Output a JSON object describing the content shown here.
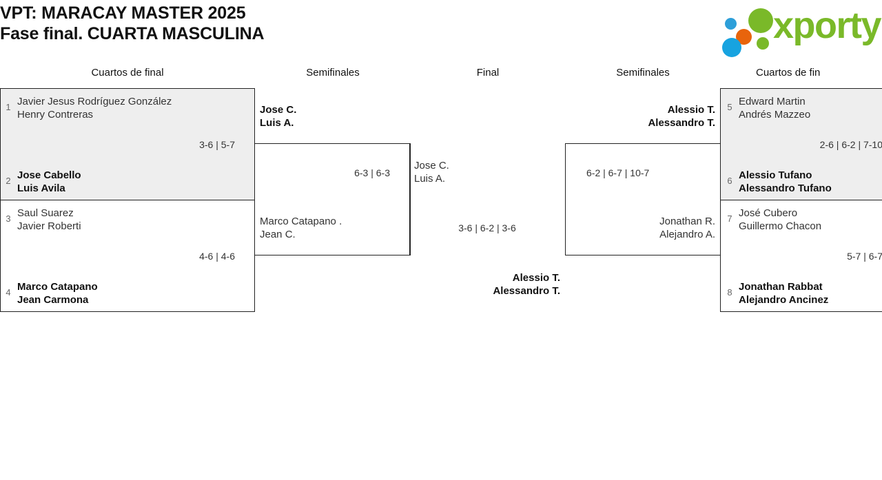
{
  "header": {
    "title_line1": "VPT: MARACAY MASTER 2025",
    "title_line2": "Fase final. CUARTA MASCULINA",
    "logo_text": "xporty",
    "logo_colors": {
      "green": "#7ab929",
      "orange": "#e8640c",
      "blue": "#17a3e0"
    }
  },
  "rounds": [
    {
      "label": "Cuartos de final"
    },
    {
      "label": "Semifinales"
    },
    {
      "label": "Final"
    },
    {
      "label": "Semifinales"
    },
    {
      "label": "Cuartos de fin"
    }
  ],
  "matches": {
    "qf1": {
      "score": "3-6 | 5-7",
      "top": {
        "seed": "1",
        "player1": "Javier Jesus Rodríguez González",
        "player2": "Henry Contreras",
        "winner": false
      },
      "bottom": {
        "seed": "2",
        "player1": "Jose Cabello",
        "player2": "Luis Avila",
        "winner": true
      }
    },
    "qf2": {
      "score": "4-6 | 4-6",
      "top": {
        "seed": "3",
        "player1": "Saul Suarez",
        "player2": "Javier Roberti",
        "winner": false
      },
      "bottom": {
        "seed": "4",
        "player1": "Marco Catapano",
        "player2": "Jean Carmona",
        "winner": true
      }
    },
    "qf3": {
      "score": "2-6 | 6-2 | 7-10",
      "top": {
        "seed": "5",
        "player1": "Edward Martin",
        "player2": "Andrés Mazzeo",
        "winner": false
      },
      "bottom": {
        "seed": "6",
        "player1": "Alessio Tufano",
        "player2": "Alessandro Tufano",
        "winner": true
      }
    },
    "qf4": {
      "score": "5-7 | 6-7",
      "top": {
        "seed": "7",
        "player1": "José Cubero",
        "player2": "Guillermo Chacon",
        "winner": false
      },
      "bottom": {
        "seed": "8",
        "player1": "Jonathan Rabbat",
        "player2": "Alejandro Ancinez",
        "winner": true
      }
    },
    "sf_left": {
      "score": "6-3 | 6-3",
      "top": {
        "player1": "Jose C.",
        "player2": "Luis A.",
        "winner": true
      },
      "bottom": {
        "player1": "Marco Catapano .",
        "player2": "Jean C.",
        "winner": false
      }
    },
    "sf_right": {
      "score": "6-2 | 6-7 | 10-7",
      "top": {
        "player1": "Alessio T.",
        "player2": "Alessandro T.",
        "winner": true
      },
      "bottom": {
        "player1": "Jonathan R.",
        "player2": "Alejandro A.",
        "winner": false
      }
    },
    "final": {
      "score": "3-6 | 6-2 | 3-6",
      "top": {
        "player1": "Jose C.",
        "player2": "Luis A.",
        "winner": false
      },
      "bottom": {
        "player1": "Alessio T.",
        "player2": "Alessandro T.",
        "winner": true
      }
    }
  },
  "champion": {
    "player1": "Alessio T.",
    "player2": "Alessandro T."
  }
}
